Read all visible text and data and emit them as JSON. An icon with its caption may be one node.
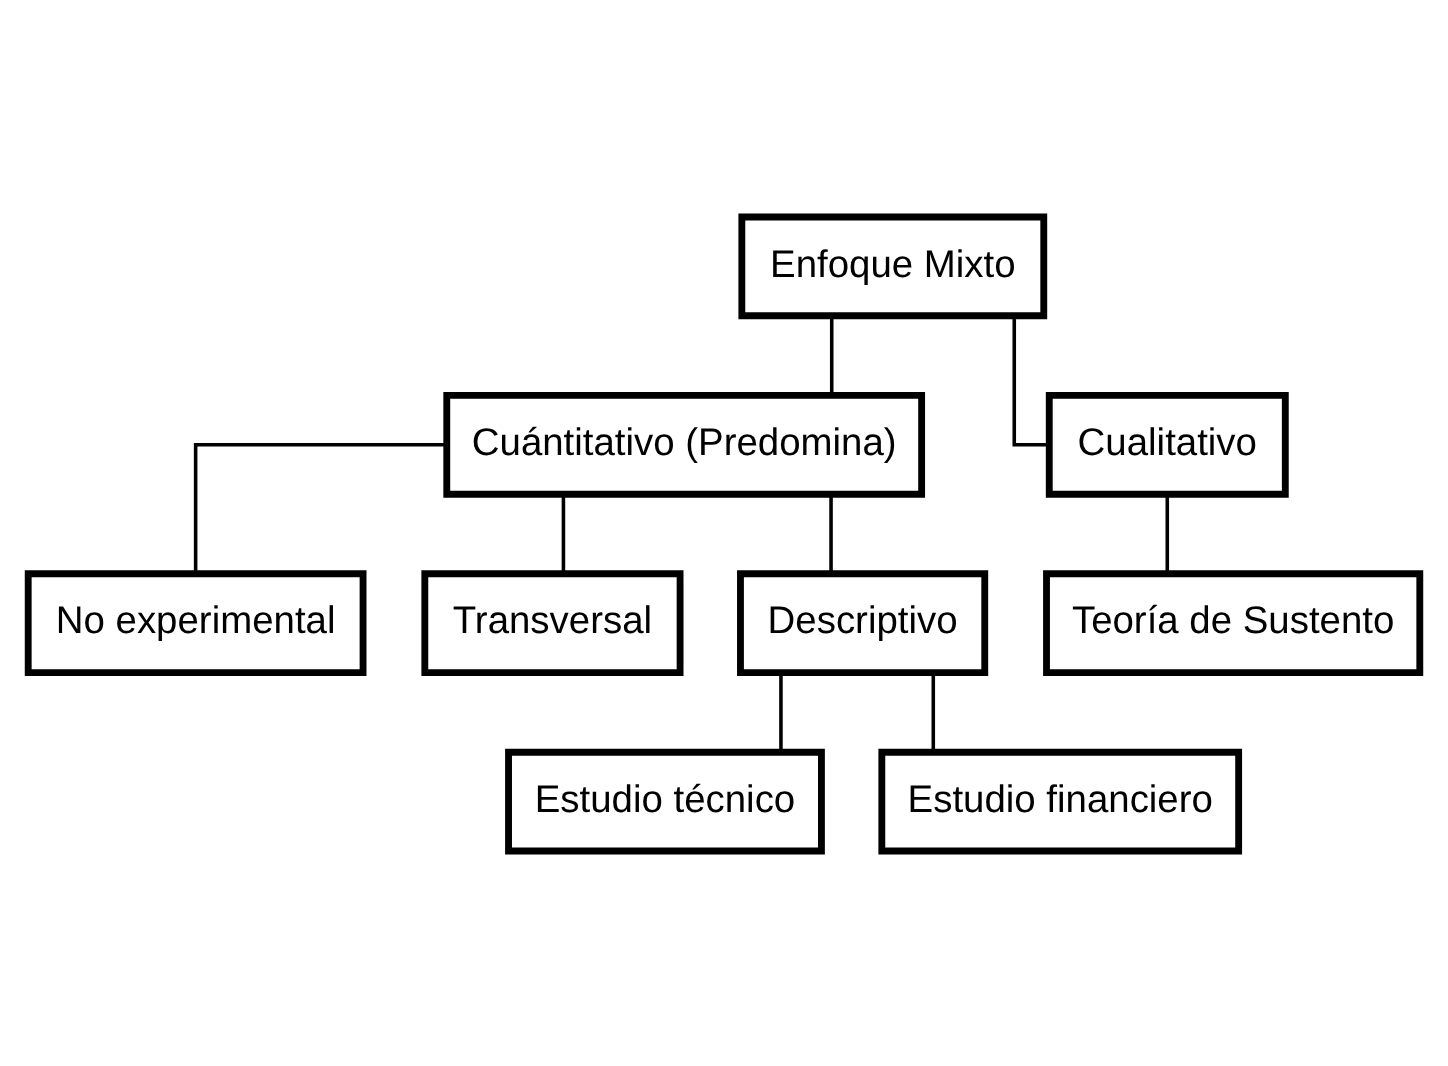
{
  "diagram": {
    "nodes": [
      {
        "text": [
          "Enfoque Mixto"
        ]
      },
      {
        "text": [
          "Cuántitativo (Predomina)"
        ]
      },
      {
        "text": [
          "Cualitativo"
        ]
      },
      {
        "text": [
          "No experimental"
        ]
      },
      {
        "text": [
          "Transversal"
        ]
      },
      {
        "text": [
          "Descriptivo"
        ]
      },
      {
        "text": [
          "Teoría de Sustento"
        ]
      },
      {
        "text": [
          "Estudio técnico"
        ]
      },
      {
        "text": [
          "Estudio financiero"
        ]
      }
    ],
    "edges": [
      {
        "from": 0,
        "to": 1,
        "arrow": "none"
      },
      {
        "from": 0,
        "to": 2,
        "arrow": "none"
      },
      {
        "from": 1,
        "to": 3,
        "arrow": "none"
      },
      {
        "from": 1,
        "to": 4,
        "arrow": "none"
      },
      {
        "from": 1,
        "to": 5,
        "arrow": "none"
      },
      {
        "from": 2,
        "to": 6,
        "arrow": "none"
      },
      {
        "from": 5,
        "to": 7,
        "arrow": "none"
      },
      {
        "from": 5,
        "to": 8,
        "arrow": "none"
      }
    ]
  }
}
